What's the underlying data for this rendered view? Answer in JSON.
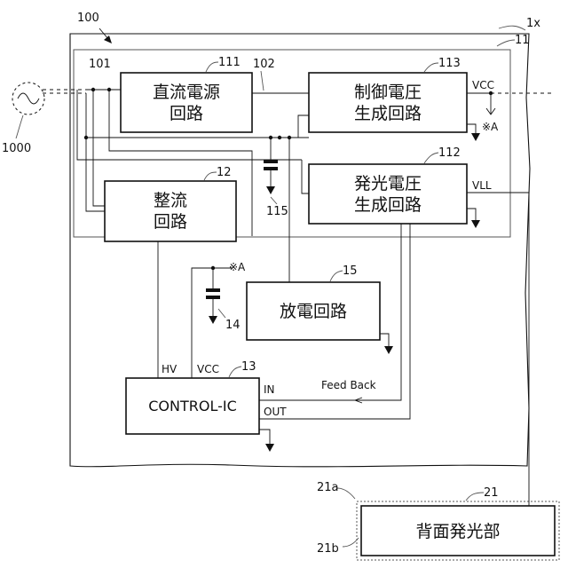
{
  "refs": {
    "r100": "100",
    "r1x": "1x",
    "r11": "11",
    "r101": "101",
    "r111": "111",
    "r102": "102",
    "r113": "113",
    "r112": "112",
    "r12": "12",
    "r115": "115",
    "r15": "15",
    "r14": "14",
    "r13": "13",
    "r1000": "1000",
    "r21": "21",
    "r21a": "21a",
    "r21b": "21b"
  },
  "blocks": {
    "dc_power": [
      "直流電源",
      "回路"
    ],
    "control_voltage": [
      "制御電圧",
      "生成回路"
    ],
    "emission_voltage": [
      "発光電圧",
      "生成回路"
    ],
    "rectifier": [
      "整流",
      "回路"
    ],
    "discharge": "放電回路",
    "control_ic": "CONTROL-IC",
    "back_emitter": "背面発光部"
  },
  "signals": {
    "vcc_out": "VCC",
    "vll": "VLL",
    "mark_a1": "※A",
    "mark_a2": "※A",
    "hv": "HV",
    "vcc_in": "VCC",
    "in": "IN",
    "out": "OUT",
    "feedback": "Feed Back"
  }
}
